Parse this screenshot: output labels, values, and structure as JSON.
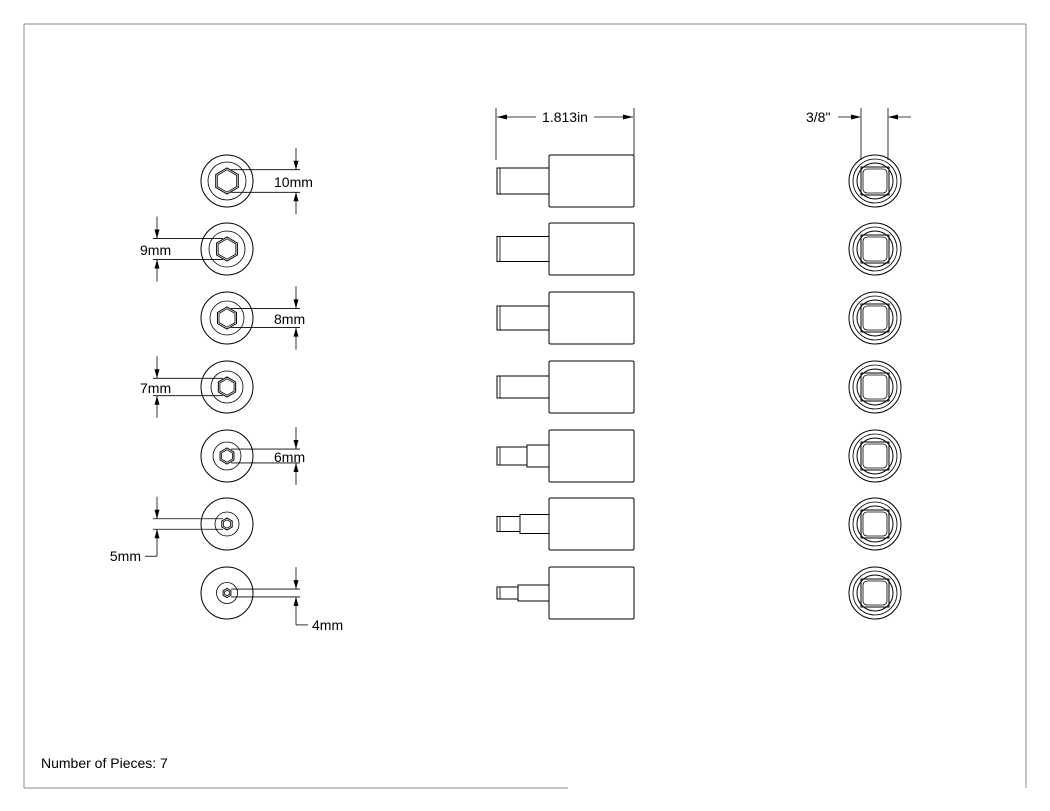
{
  "drawing": {
    "overall_length_label": "1.813in",
    "drive_size_label": "3/8\"",
    "pieces_label": "Number of Pieces: 7",
    "sockets": [
      {
        "size_label": "10mm"
      },
      {
        "size_label": "9mm"
      },
      {
        "size_label": "8mm"
      },
      {
        "size_label": "7mm"
      },
      {
        "size_label": "6mm"
      },
      {
        "size_label": "5mm"
      },
      {
        "size_label": "4mm"
      }
    ]
  },
  "colors": {
    "line": "#000000",
    "frame": "#8a8a8a",
    "background": "#ffffff"
  }
}
